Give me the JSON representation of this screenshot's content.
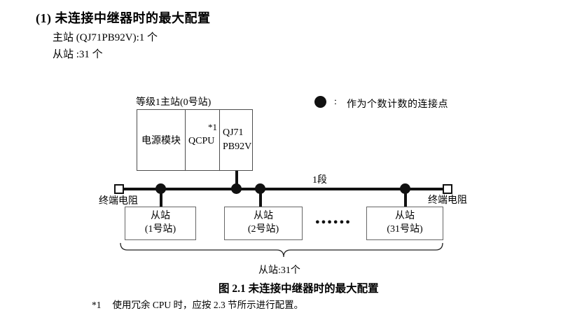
{
  "colors": {
    "ink": "#000000",
    "line": "#111111",
    "box_border": "#4d4d4d",
    "background": "#ffffff"
  },
  "header": {
    "heading": "(1) 未连接中继器时的最大配置",
    "master_count_line": "主站 (QJ71PB92V):1 个",
    "slave_count_line": "从站 :31 个"
  },
  "diagram": {
    "master_station": {
      "label": "等级1主站(0号站)",
      "power_module": "电源模块",
      "cpu": "QCPU",
      "cpu_note": "*1",
      "pb92v_line1": "QJ71",
      "pb92v_line2": "PB92V"
    },
    "legend": {
      "symbol": "connection-dot",
      "separator": ":",
      "text": "作为个数计数的连接点"
    },
    "segment_label": "1段",
    "terminator_left": "终端电阻",
    "terminator_right": "终端电阻",
    "slaves": [
      {
        "line1": "从站",
        "line2": "(1号站)"
      },
      {
        "line1": "从站",
        "line2": "(2号站)"
      },
      {
        "line1": "从站",
        "line2": "(31号站)"
      }
    ],
    "ellipsis": "●●●●●●",
    "brace_label": "从站:31个"
  },
  "caption": "图 2.1 未连接中继器时的最大配置",
  "footnote": {
    "marker": "*1",
    "text": "使用冗余 CPU 时，应按 2.3 节所示进行配置。"
  }
}
